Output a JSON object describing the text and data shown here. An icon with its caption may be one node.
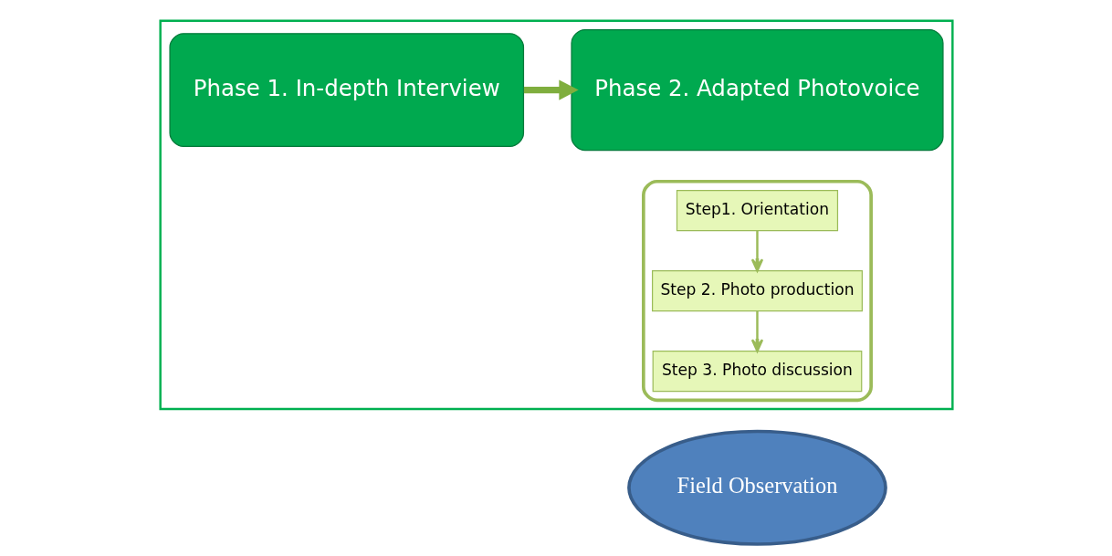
{
  "diagram": {
    "nodes": [
      {
        "text": [],
        "shape": "box"
      },
      {
        "text": [
          "Phase 1. In-depth Interview"
        ],
        "in": 0
      },
      {
        "text": [
          "Phase 2. Adapted Photovoice"
        ],
        "in": 0
      },
      {
        "text": [],
        "shape": "box",
        "in": 0
      },
      {
        "text": [
          "Step1. Orientation"
        ],
        "in": 3
      },
      {
        "text": [
          "Step 2. Photo production"
        ],
        "in": 3
      },
      {
        "text": [
          "Step 3. Photo discussion"
        ],
        "in": 3
      },
      {
        "text": [
          "Field Observation"
        ]
      }
    ],
    "edges": [
      {
        "from": 1,
        "to": 2,
        "arrow": "to",
        "style": "thick"
      },
      {
        "from": 4,
        "to": 5,
        "arrow": "to"
      },
      {
        "from": 5,
        "to": 6,
        "arrow": "to"
      }
    ]
  }
}
